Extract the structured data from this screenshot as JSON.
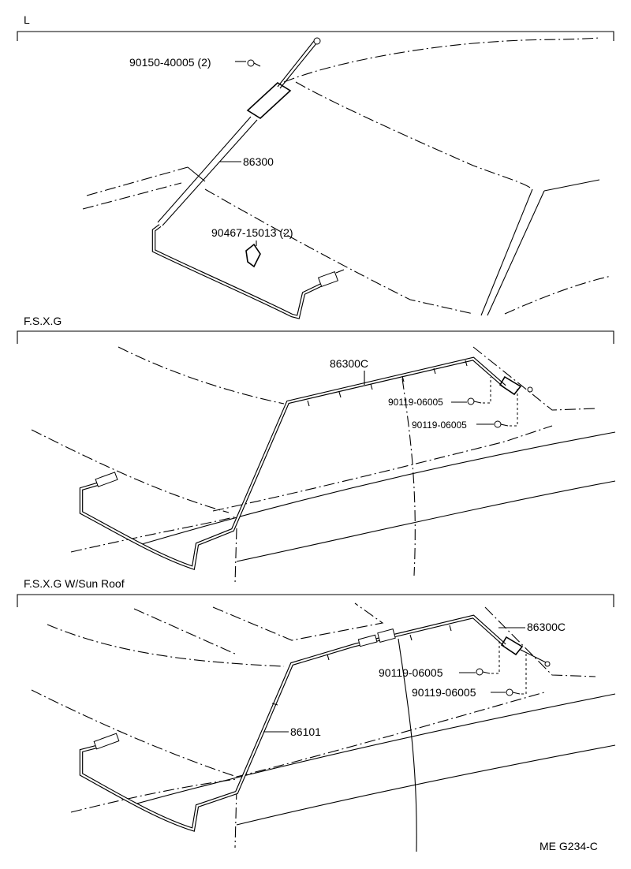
{
  "sections": [
    {
      "id": "L",
      "title": "L",
      "parts": [
        {
          "number": "90150-40005",
          "qty": "(2)"
        },
        {
          "number": "86300",
          "qty": ""
        },
        {
          "number": "90467-15013",
          "qty": "(2)"
        }
      ]
    },
    {
      "id": "FSXG",
      "title": "F.S.X.G",
      "parts": [
        {
          "number": "86300C",
          "qty": ""
        },
        {
          "number": "90119-06005",
          "qty": ""
        },
        {
          "number": "90119-06005",
          "qty": ""
        }
      ]
    },
    {
      "id": "FSXG-SUNROOF",
      "title": "F.S.X.G W/Sun Roof",
      "parts": [
        {
          "number": "86300C",
          "qty": ""
        },
        {
          "number": "90119-06005",
          "qty": ""
        },
        {
          "number": "90119-06005",
          "qty": ""
        },
        {
          "number": "86101",
          "qty": ""
        }
      ]
    }
  ],
  "figure_code": "ME G234-C",
  "labels": {
    "s1_p1": "90150-40005 (2)",
    "s1_p2": "86300",
    "s1_p3": "90467-15013 (2)",
    "s2_p1": "86300C",
    "s2_p2": "90119-06005",
    "s2_p3": "90119-06005",
    "s3_p1": "86300C",
    "s3_p2": "90119-06005",
    "s3_p3": "90119-06005",
    "s3_p4": "86101"
  }
}
